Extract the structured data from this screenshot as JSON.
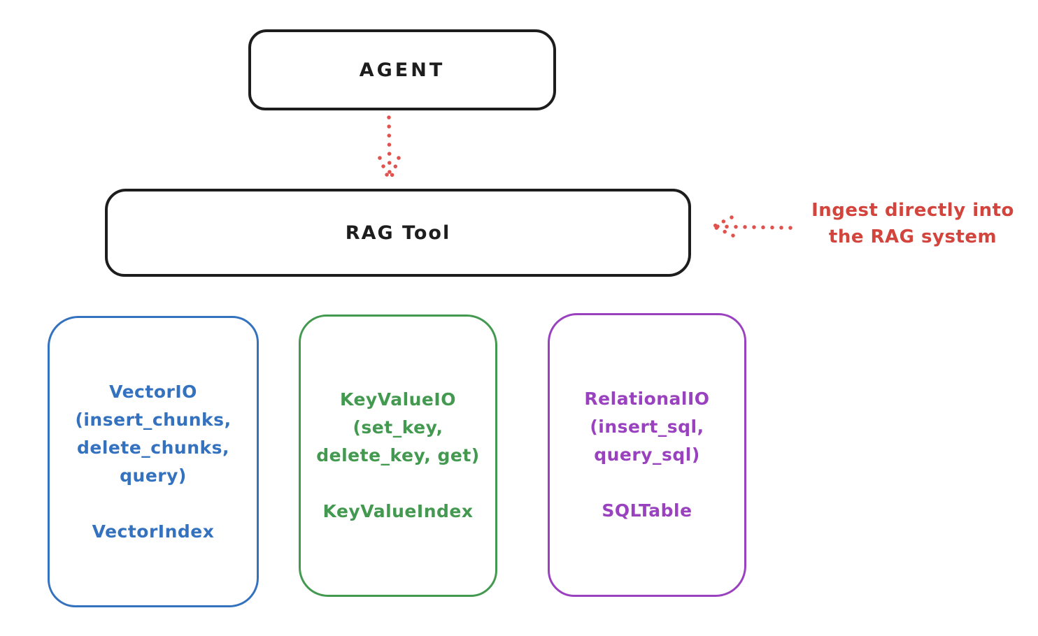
{
  "nodes": {
    "agent": {
      "label": "AGENT",
      "color": "#1d1d1d"
    },
    "rag_tool": {
      "label": "RAG Tool",
      "color": "#1d1d1d"
    },
    "vector": {
      "color": "#3472bf",
      "lines": [
        "VectorIO",
        "(insert_chunks,",
        "delete_chunks,",
        "query)"
      ],
      "index_label": "VectorIndex"
    },
    "keyvalue": {
      "color": "#43994f",
      "lines": [
        "KeyValueIO",
        "(set_key,",
        "delete_key, get)"
      ],
      "index_label": "KeyValueIndex"
    },
    "relational": {
      "color": "#9a41c0",
      "lines": [
        "RelationalIO",
        "(insert_sql,",
        "query_sql)"
      ],
      "index_label": "SQLTable"
    }
  },
  "annotation": {
    "lines": [
      "Ingest directly into",
      "the RAG system"
    ],
    "color": "#d2443c"
  },
  "arrows": {
    "color": "#e0524d"
  }
}
